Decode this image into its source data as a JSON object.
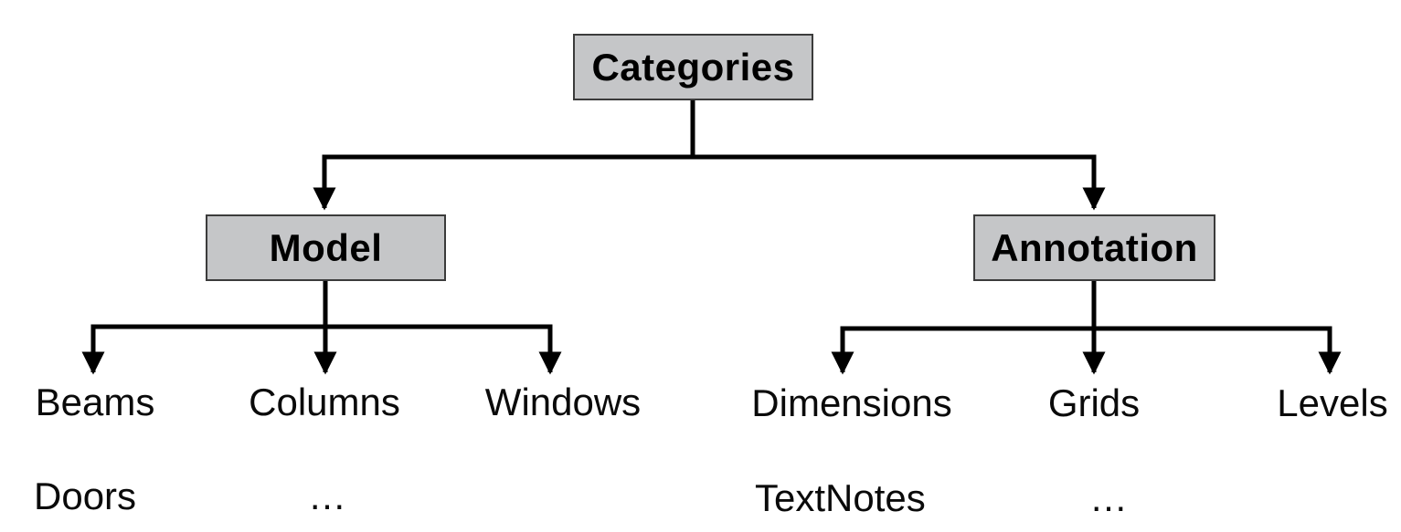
{
  "diagram": {
    "type": "tree",
    "colors": {
      "background": "#ffffff",
      "node_fill": "#c5c6c8",
      "node_border": "#3b3b3b",
      "connector": "#000000",
      "text": "#000000"
    },
    "root": {
      "label": "Categories"
    },
    "branches": [
      {
        "label": "Model",
        "children": [
          {
            "label": "Beams"
          },
          {
            "label": "Columns"
          },
          {
            "label": "Windows"
          }
        ],
        "more": [
          {
            "label": "Doors"
          },
          {
            "label": "…"
          }
        ]
      },
      {
        "label": "Annotation",
        "children": [
          {
            "label": "Dimensions"
          },
          {
            "label": "Grids"
          },
          {
            "label": "Levels"
          }
        ],
        "more": [
          {
            "label": "TextNotes"
          },
          {
            "label": "…"
          }
        ]
      }
    ]
  }
}
